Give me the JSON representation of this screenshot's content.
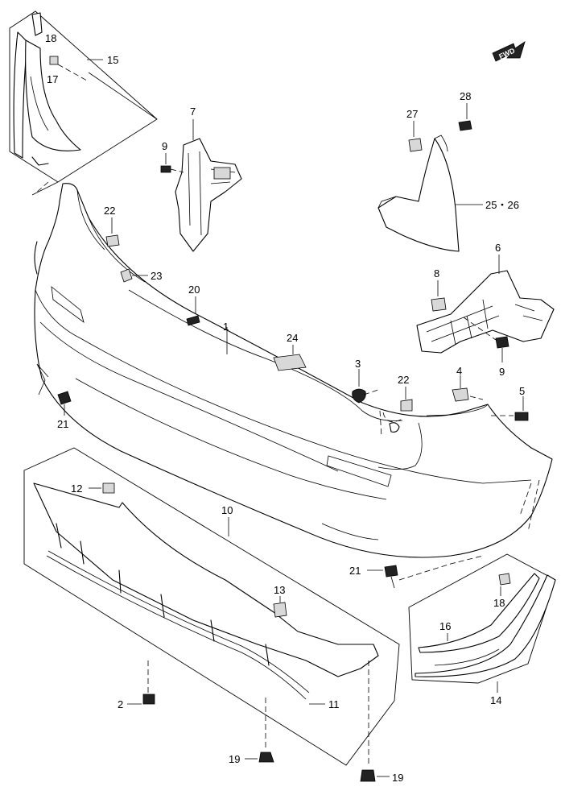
{
  "direction_badge": {
    "label": "FWD"
  },
  "callouts": {
    "c1": "1",
    "c2": "2",
    "c3": "3",
    "c4": "4",
    "c5": "5",
    "c6": "6",
    "c7": "7",
    "c8": "8",
    "c9a": "9",
    "c9b": "9",
    "c10": "10",
    "c11": "11",
    "c12": "12",
    "c13": "13",
    "c14": "14",
    "c15": "15",
    "c16": "16",
    "c17": "17",
    "c18a": "18",
    "c18b": "18",
    "c19a": "19",
    "c19b": "19",
    "c20": "20",
    "c21a": "21",
    "c21b": "21",
    "c22a": "22",
    "c22b": "22",
    "c23": "23",
    "c24": "24",
    "c2526": "25・26",
    "c27": "27",
    "c28": "28"
  },
  "colors": {
    "line": "#000000",
    "background": "#ffffff"
  }
}
